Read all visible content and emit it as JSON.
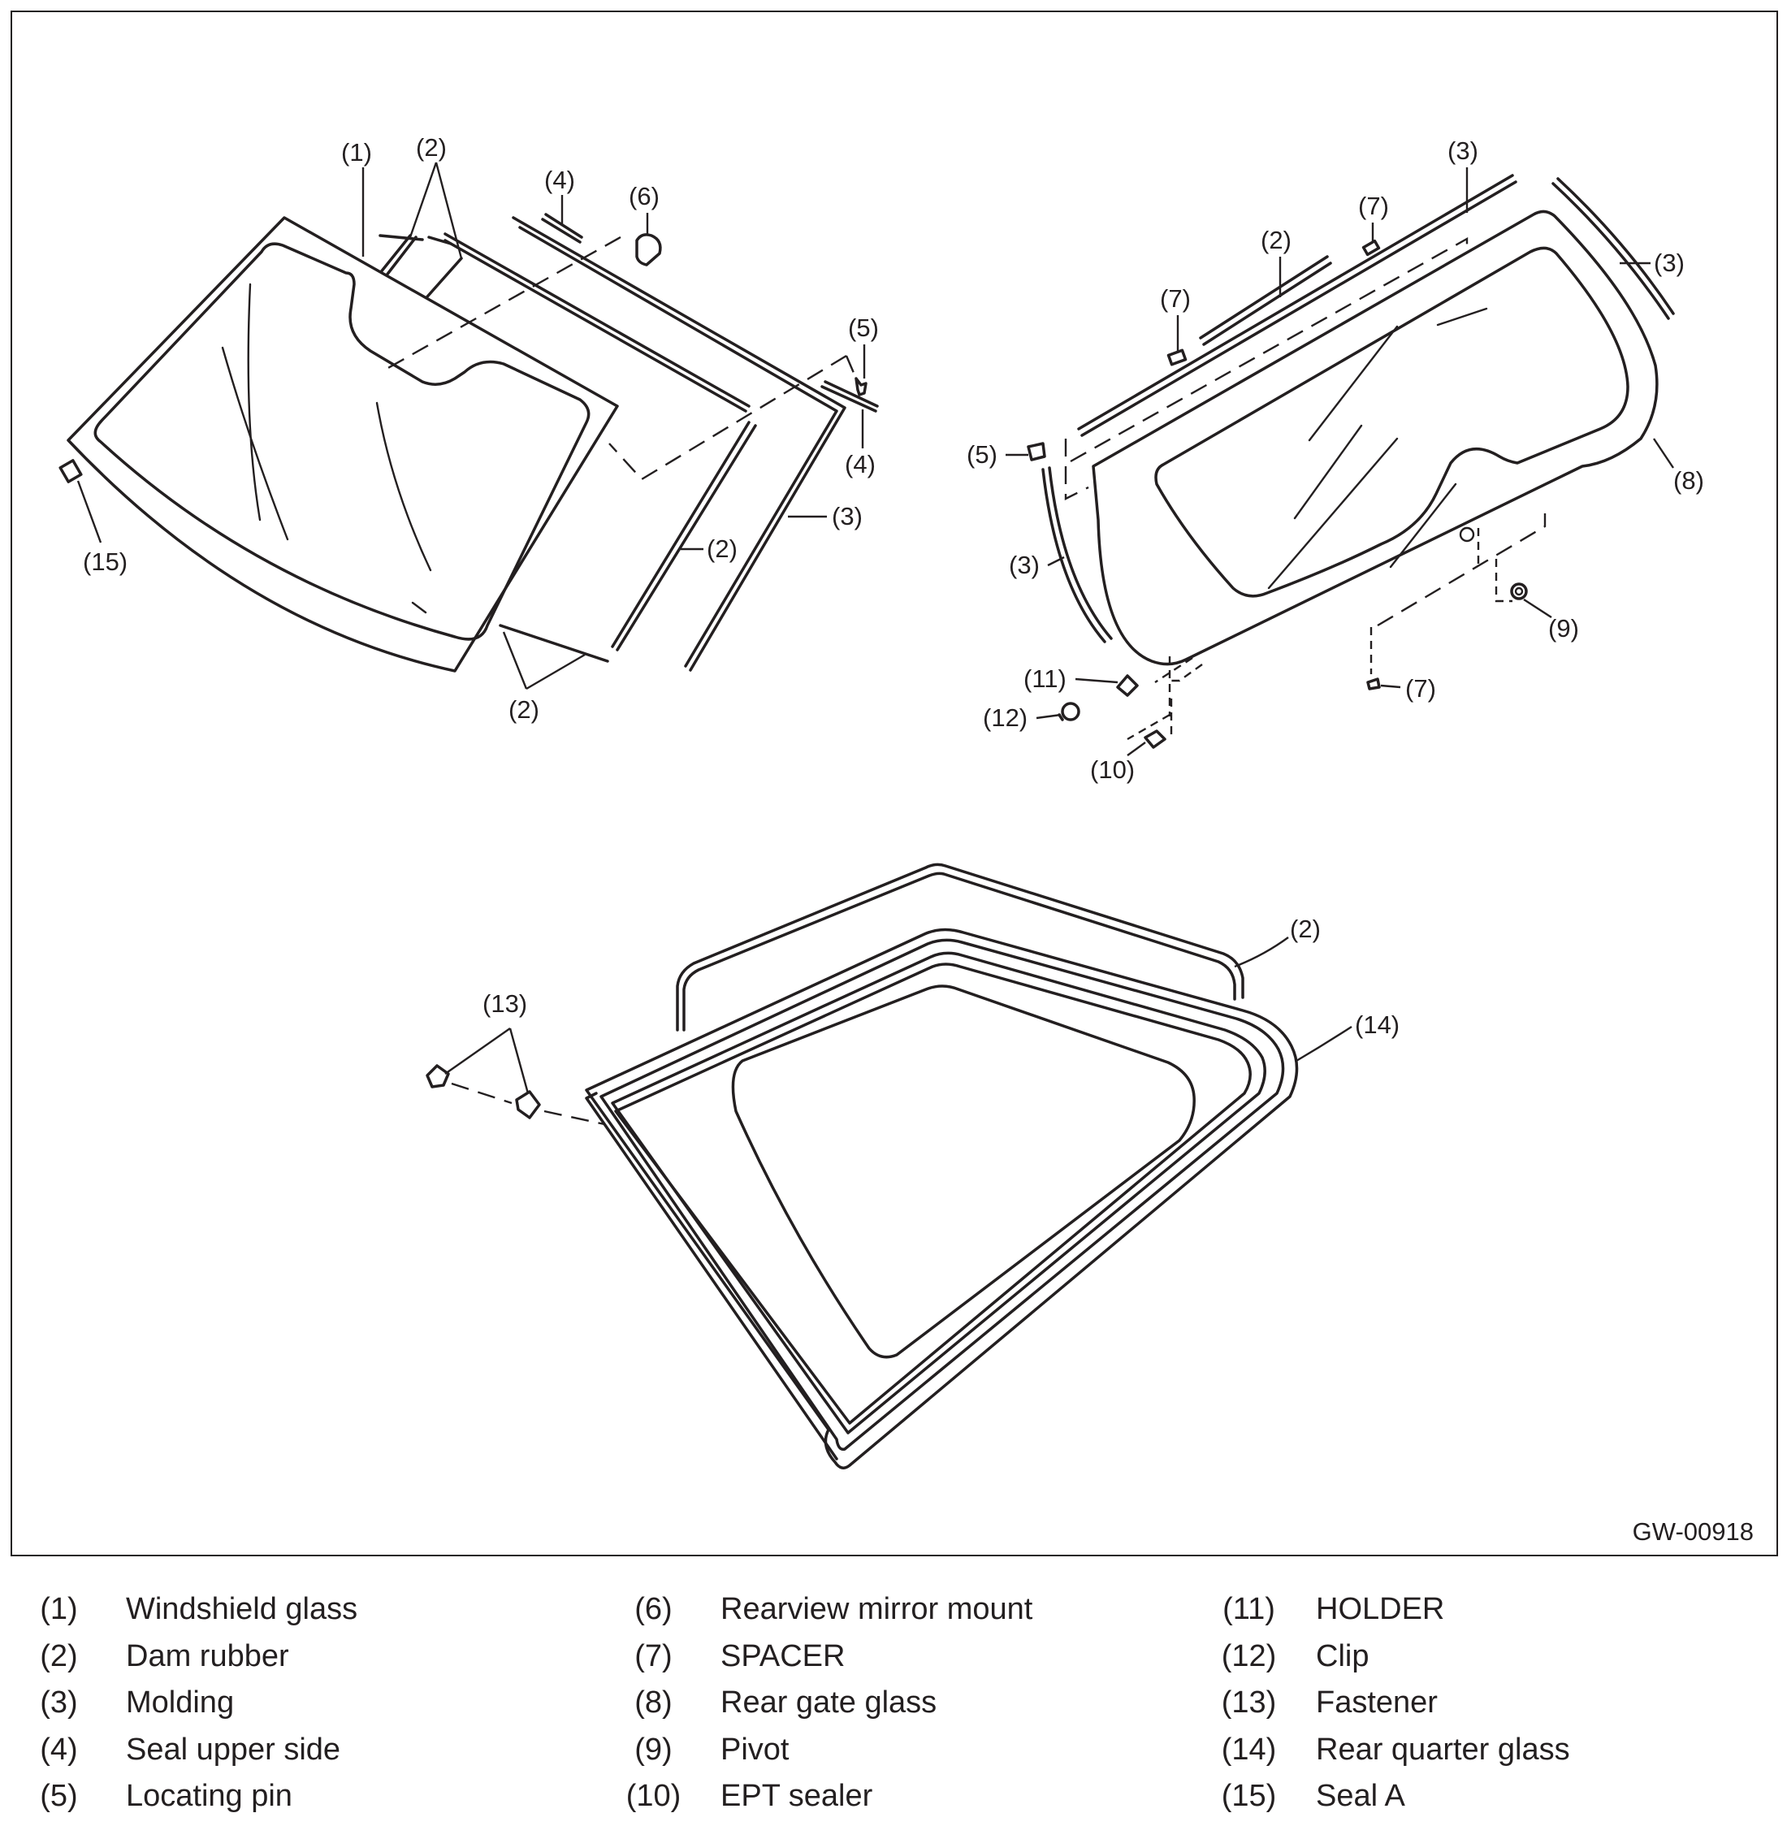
{
  "figure_code": "GW-00918",
  "callouts": {
    "c1": "(1)",
    "c2": "(2)",
    "c3": "(3)",
    "c4": "(4)",
    "c5": "(5)",
    "c6": "(6)",
    "c7": "(7)",
    "c8": "(8)",
    "c9": "(9)",
    "c10": "(10)",
    "c11": "(11)",
    "c12": "(12)",
    "c13": "(13)",
    "c14": "(14)",
    "c15": "(15)"
  },
  "legend": [
    [
      {
        "num": "(1)",
        "text": "Windshield glass"
      },
      {
        "num": "(2)",
        "text": "Dam rubber"
      },
      {
        "num": "(3)",
        "text": "Molding"
      },
      {
        "num": "(4)",
        "text": "Seal upper side"
      },
      {
        "num": "(5)",
        "text": "Locating pin"
      }
    ],
    [
      {
        "num": "(6)",
        "text": "Rearview mirror mount"
      },
      {
        "num": "(7)",
        "text": "SPACER"
      },
      {
        "num": "(8)",
        "text": "Rear gate glass"
      },
      {
        "num": "(9)",
        "text": "Pivot"
      },
      {
        "num": "(10)",
        "text": "EPT sealer"
      }
    ],
    [
      {
        "num": "(11)",
        "text": "HOLDER"
      },
      {
        "num": "(12)",
        "text": "Clip"
      },
      {
        "num": "(13)",
        "text": "Fastener"
      },
      {
        "num": "(14)",
        "text": "Rear quarter glass"
      },
      {
        "num": "(15)",
        "text": "Seal A"
      }
    ]
  ]
}
